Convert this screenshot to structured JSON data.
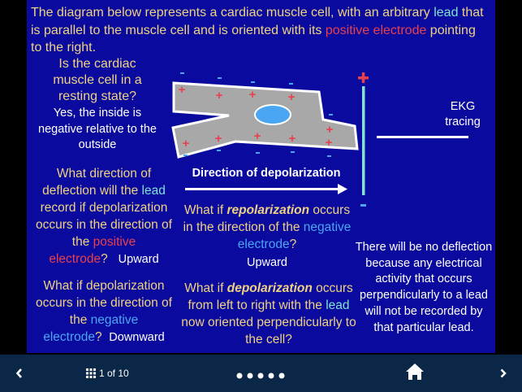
{
  "slide": {
    "intro": {
      "part1": "The diagram below represents a cardiac muscle cell, with an arbitrary ",
      "lead_word": "lead",
      "part2": " that is parallel to the muscle cell and is oriented with its ",
      "positive_electrode": "positive electrode",
      "part3": " pointing to the right."
    },
    "q1": {
      "question": "Is the cardiac muscle cell in a resting state?",
      "answer": "Yes, the inside is negative relative to the outside"
    },
    "q2": {
      "part1": "What direction of deflection will the ",
      "lead_word": "lead",
      "part2": " record if depolarization occurs in the direction of the ",
      "positive_word": "positive",
      "electrode_word": "electrode",
      "qmark": "?",
      "answer": "Upward"
    },
    "q3": {
      "part1": "What if depolarization occurs in the direction of the ",
      "negative_word": "negative",
      "electrode_word": "electrode",
      "qmark": "?",
      "answer": "Downward"
    },
    "q4": {
      "part1": "What if ",
      "emph": "repolarization",
      "part2": " occurs in the direction of the ",
      "negative_electrode": "negative electrode",
      "qmark": "?",
      "answer": "Upward"
    },
    "q5": {
      "part1": "What if ",
      "emph": "depolarization",
      "part2": " occurs from left to right with the ",
      "lead_word": "lead",
      "part3": " now oriented perpendicularly to the cell?"
    },
    "q5_answer": "There will be no deflection because any electrical activity that occurs perpendicularly to a lead will not be recorded by that particular lead.",
    "diagram": {
      "direction_label": "Direction of depolarization",
      "ekg_label_line1": "EKG",
      "ekg_label_line2": "tracing",
      "positive_sign": "+",
      "negative_sign": "-"
    },
    "colors": {
      "background": "#0a0a9e",
      "text_yellow": "#f0d282",
      "lead_cyan": "#7fe3d6",
      "positive_red": "#e8404c",
      "negative_blue": "#4aa6f2",
      "cell_gray": "#a8a8a8",
      "nucleus_blue": "#4aa6f2"
    }
  },
  "toolbar": {
    "prev_icon": "chevron-left-icon",
    "grid_icon": "grid-icon",
    "page_indicator": "1 of 10",
    "dots_icon": "more-dots-icon",
    "home_icon": "home-icon",
    "next_icon": "chevron-right-icon"
  }
}
